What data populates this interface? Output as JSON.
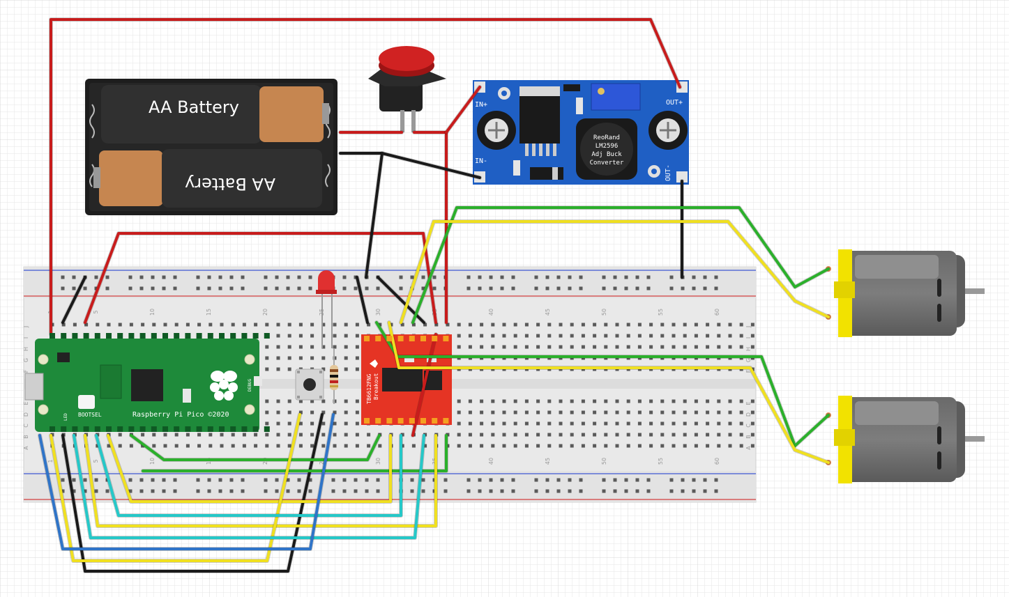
{
  "battery": {
    "label_top": "AA Battery",
    "label_bottom": "AA Battery"
  },
  "buck": {
    "in_plus": "IN+",
    "in_minus": "IN-",
    "out_plus": "OUT+",
    "out_minus": "OUT-",
    "chip_text": [
      "ReoRand",
      "LM2596",
      "Adj Buck",
      "Converter"
    ]
  },
  "pico": {
    "name": "Raspberry Pi Pico ©2020",
    "bootsel": "BOOTSEL",
    "debug": "DEBUG",
    "pin_label": "LED"
  },
  "driver": {
    "name": "TB6612FNG",
    "sub": "Breakout"
  },
  "breadboard": {
    "column_numbers": [
      "1",
      "5",
      "10",
      "15",
      "20",
      "25",
      "30",
      "35",
      "40",
      "45",
      "50",
      "55",
      "60"
    ],
    "row_letters_top": [
      "J",
      "I",
      "H",
      "G",
      "F"
    ],
    "row_letters_bottom": [
      "E",
      "D",
      "C",
      "B",
      "A"
    ]
  },
  "colors": {
    "red": "#c81c1c",
    "black": "#1a1a1a",
    "green": "#2bb02b",
    "yellow": "#f0e020",
    "cyan": "#25c8c8",
    "blue": "#2f74c8",
    "gray": "#9a9a9a",
    "pcb_green": "#1e8a3a",
    "driver_red": "#e53424",
    "buck_blue": "#1f5fc4"
  }
}
